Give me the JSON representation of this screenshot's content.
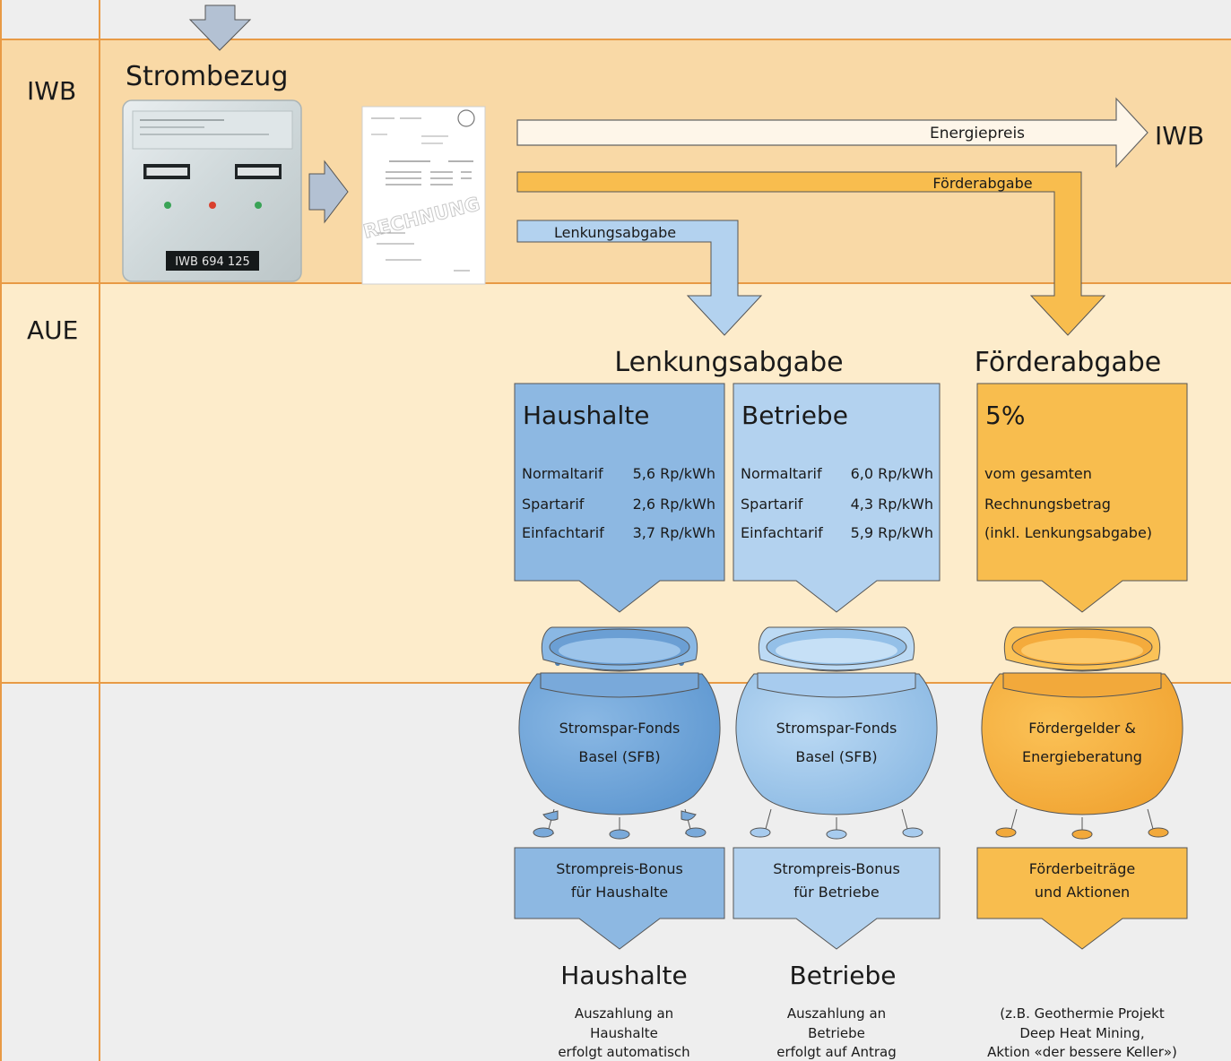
{
  "rows": {
    "iwb": "IWB",
    "aue": "AUE"
  },
  "strombezug": "Strombezug",
  "invoice_stamp": "RECHNUNG",
  "meter_display": "IWB 694 125",
  "flows": {
    "energiepreis": "Energiepreis",
    "iwb_target": "IWB",
    "foerderabgabe": "Förderabgabe",
    "lenkungsabgabe": "Lenkungsabgabe"
  },
  "section_headers": {
    "lenkungsabgabe": "Lenkungsabgabe",
    "foerderabgabe": "Förderabgabe"
  },
  "haushalte_box": {
    "title": "Haushalte",
    "rates": [
      {
        "label": "Normaltarif",
        "value": "5,6 Rp/kWh"
      },
      {
        "label": "Spartarif",
        "value": "2,6 Rp/kWh"
      },
      {
        "label": "Einfachtarif",
        "value": "3,7 Rp/kWh"
      }
    ]
  },
  "betriebe_box": {
    "title": "Betriebe",
    "rates": [
      {
        "label": "Normaltarif",
        "value": "6,0 Rp/kWh"
      },
      {
        "label": "Spartarif",
        "value": "4,3 Rp/kWh"
      },
      {
        "label": "Einfachtarif",
        "value": "5,9 Rp/kWh"
      }
    ]
  },
  "foerder_box": {
    "title": "5%",
    "lines": [
      "vom gesamten",
      "Rechnungsbetrag",
      "(inkl. Lenkungsabgabe)"
    ]
  },
  "pots": {
    "haushalte": [
      "Stromspar-Fonds",
      "Basel (SFB)"
    ],
    "betriebe": [
      "Stromspar-Fonds",
      "Basel (SFB)"
    ],
    "foerder": [
      "Fördergelder &",
      "Energieberatung"
    ]
  },
  "bottom_boxes": {
    "haushalte": [
      "Strompreis-Bonus",
      "für Haushalte"
    ],
    "betriebe": [
      "Strompreis-Bonus",
      "für Betriebe"
    ],
    "foerder": [
      "Förderbeiträge",
      "und Aktionen"
    ]
  },
  "outcomes": {
    "haushalte": {
      "title": "Haushalte",
      "lines": [
        "Auszahlung an",
        "Haushalte",
        "erfolgt automatisch"
      ]
    },
    "betriebe": {
      "title": "Betriebe",
      "lines": [
        "Auszahlung an",
        "Betriebe",
        "erfolgt auf Antrag"
      ]
    },
    "foerder": {
      "title": "",
      "lines": [
        "(z.B. Geothermie Projekt",
        "Deep Heat Mining,",
        "Aktion «der bessere Keller»)"
      ]
    }
  },
  "colors": {
    "iwb_band": "#f9d9a6",
    "aue_band": "#fdeccb",
    "bottom_band": "#eeeeee",
    "divider": "#e89a45",
    "blue_dark": "#8db8e2",
    "blue_light": "#b3d2ef",
    "orange": "#f8bd4e",
    "arrow_gray": "#b3c1d3"
  }
}
